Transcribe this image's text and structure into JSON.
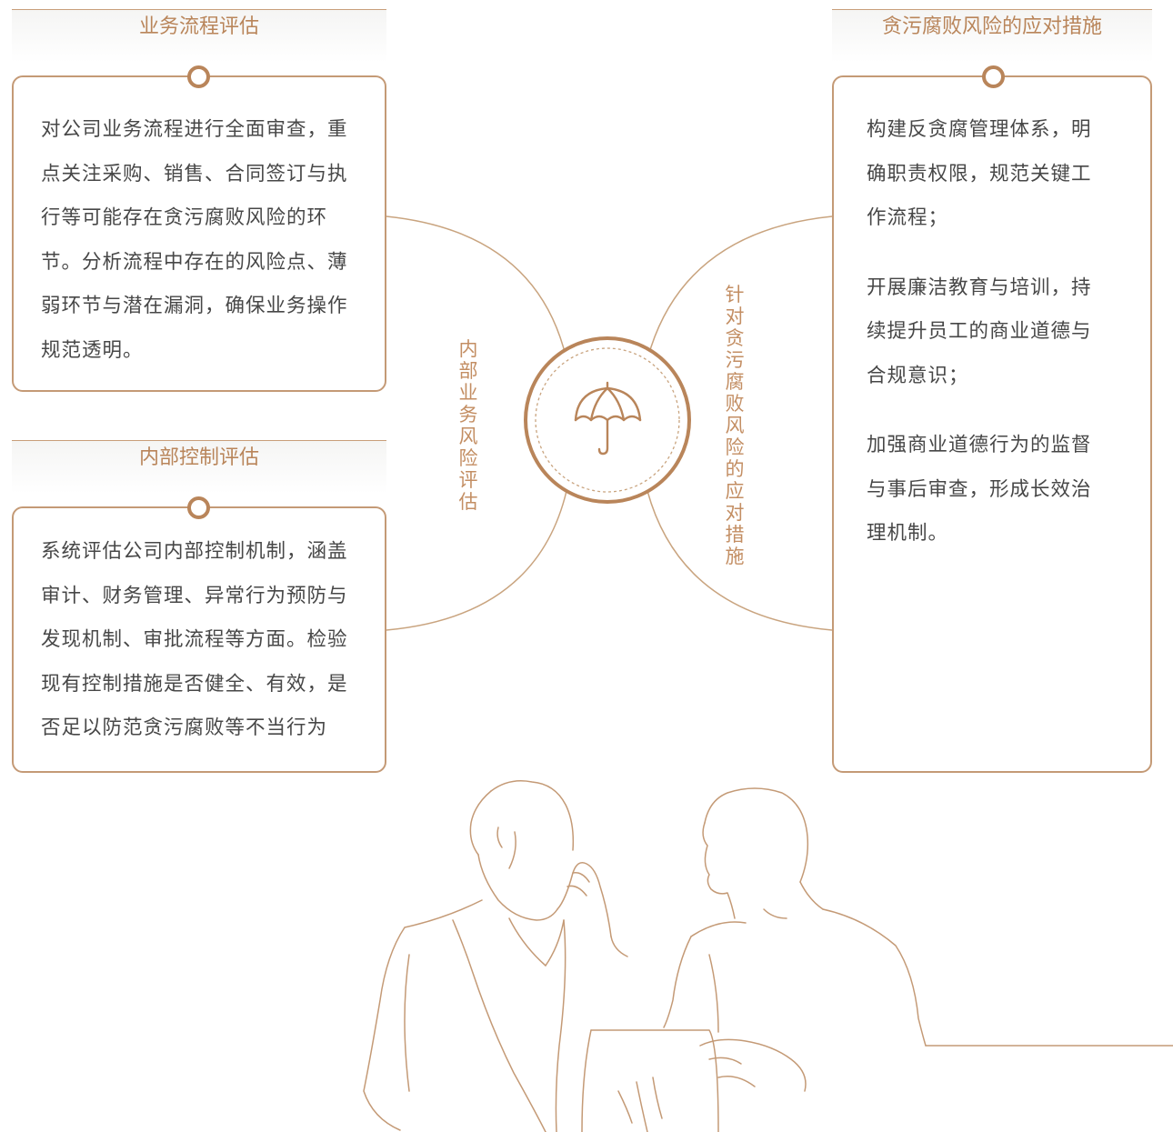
{
  "left_top": {
    "title": "业务流程评估",
    "lines": [
      "对公司业务流程进行全面审查，重",
      "点关注采购、销售、合同签订与执",
      "行等可能存在贪污腐败风险的环",
      "节。分析流程中存在的风险点、薄",
      "弱环节与潜在漏洞，确保业务操作",
      "规范透明。"
    ]
  },
  "left_bottom": {
    "title": "内部控制评估",
    "lines": [
      "系统评估公司内部控制机制，涵盖",
      "审计、财务管理、异常行为预防与",
      "发现机制、审批流程等方面。检验",
      "现有控制措施是否健全、有效，是",
      "否足以防范贪污腐败等不当行为"
    ]
  },
  "right": {
    "title": "贪污腐败风险的应对措施",
    "lines": [
      "构建反贪腐管理体系，明",
      "确职责权限，规范关键工",
      "作流程；",
      "开展廉洁教育与培训，持",
      "续提升员工的商业道德与",
      "合规意识；",
      "加强商业道德行为的监督",
      "与事后审查，形成长效治",
      "理机制。"
    ]
  },
  "center": {
    "left_label": "内部业务风险评估",
    "right_label": "针对贪污腐败风险的应对措施",
    "icon": "umbrella-icon"
  },
  "colors": {
    "accent": "#b9855a",
    "line": "#c9a47f",
    "text": "#474747"
  }
}
